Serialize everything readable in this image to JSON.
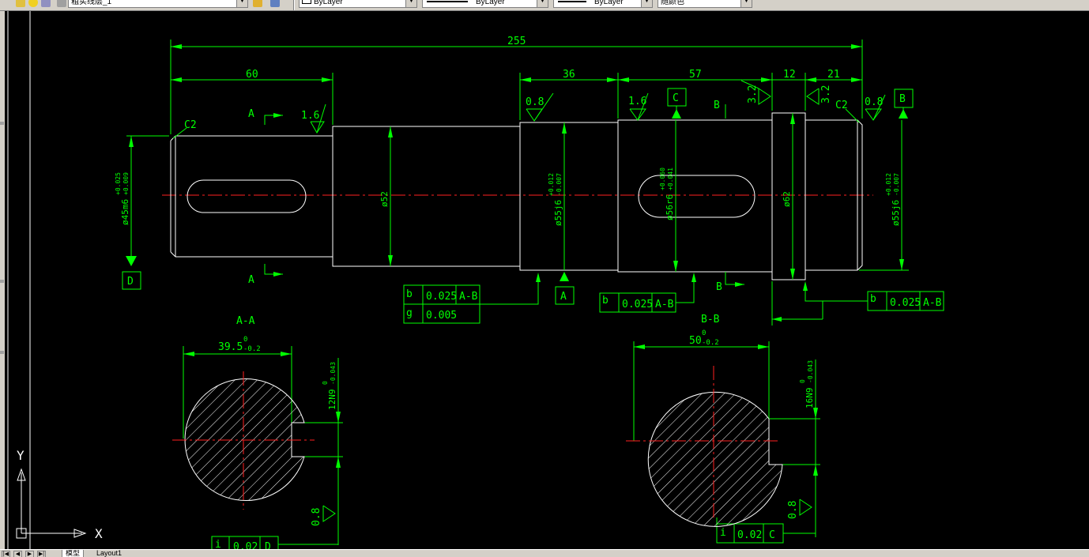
{
  "toolbar": {
    "layer_name": "粗实线层_1",
    "color": "ByLayer",
    "linetype": "ByLayer",
    "lineweight": "ByLayer",
    "plot_style": "随颜色"
  },
  "tabs": {
    "model": "模型",
    "layout1": "Layout1"
  },
  "ucs": {
    "x_label": "X",
    "y_label": "Y"
  },
  "drawing": {
    "dims": {
      "overall": "255",
      "d60": "60",
      "d36": "36",
      "d57": "57",
      "d12": "12",
      "d21": "21",
      "dia45": "ø45m6",
      "dia45_tol_up": "+0.025",
      "dia45_tol_lo": "+0.009",
      "dia52": "ø52",
      "dia55a": "ø55j6",
      "dia55a_tol_up": "+0.012",
      "dia55a_tol_lo": "-0.007",
      "dia56": "ø56r6",
      "dia56_tol_up": "+0.060",
      "dia56_tol_lo": "+0.041",
      "dia62": "ø62",
      "dia55b": "ø55j6",
      "dia55b_tol_up": "+0.012",
      "dia55b_tol_lo": "-0.007",
      "c2_left": "C2",
      "c2_right": "C2"
    },
    "rough": {
      "r1": "1.6",
      "r2": "0.8",
      "r3": "1.6",
      "r4": "3.2",
      "r5": "3.2",
      "r6": "0.8",
      "r7": "0.8",
      "r8": "0.8"
    },
    "datums": {
      "A": "A",
      "B": "B",
      "C": "C",
      "D": "D"
    },
    "sections": {
      "cut_a": "A",
      "cut_b": "B",
      "aa_title": "A-A",
      "aa_width": "39.5",
      "aa_width_tol_up": "0",
      "aa_width_tol_lo": "-0.2",
      "aa_key": "12N9",
      "aa_key_tol_up": "0",
      "aa_key_tol_lo": "-0.043",
      "bb_title": "B-B",
      "bb_width": "50",
      "bb_width_tol_up": "0",
      "bb_width_tol_lo": "-0.2",
      "bb_key": "16N9",
      "bb_key_tol_up": "0",
      "bb_key_tol_lo": "-0.043"
    },
    "fcf": [
      {
        "sym": "b",
        "val": "0.025",
        "ref": "A-B"
      },
      {
        "sym": "g",
        "val": "0.005",
        "ref": ""
      },
      {
        "sym": "b",
        "val": "0.025",
        "ref": "A-B"
      },
      {
        "sym": "b",
        "val": "0.025",
        "ref": "A-B"
      },
      {
        "sym": "i",
        "val": "0.02",
        "ref": "D"
      },
      {
        "sym": "i",
        "val": "0.02",
        "ref": "C"
      }
    ]
  }
}
